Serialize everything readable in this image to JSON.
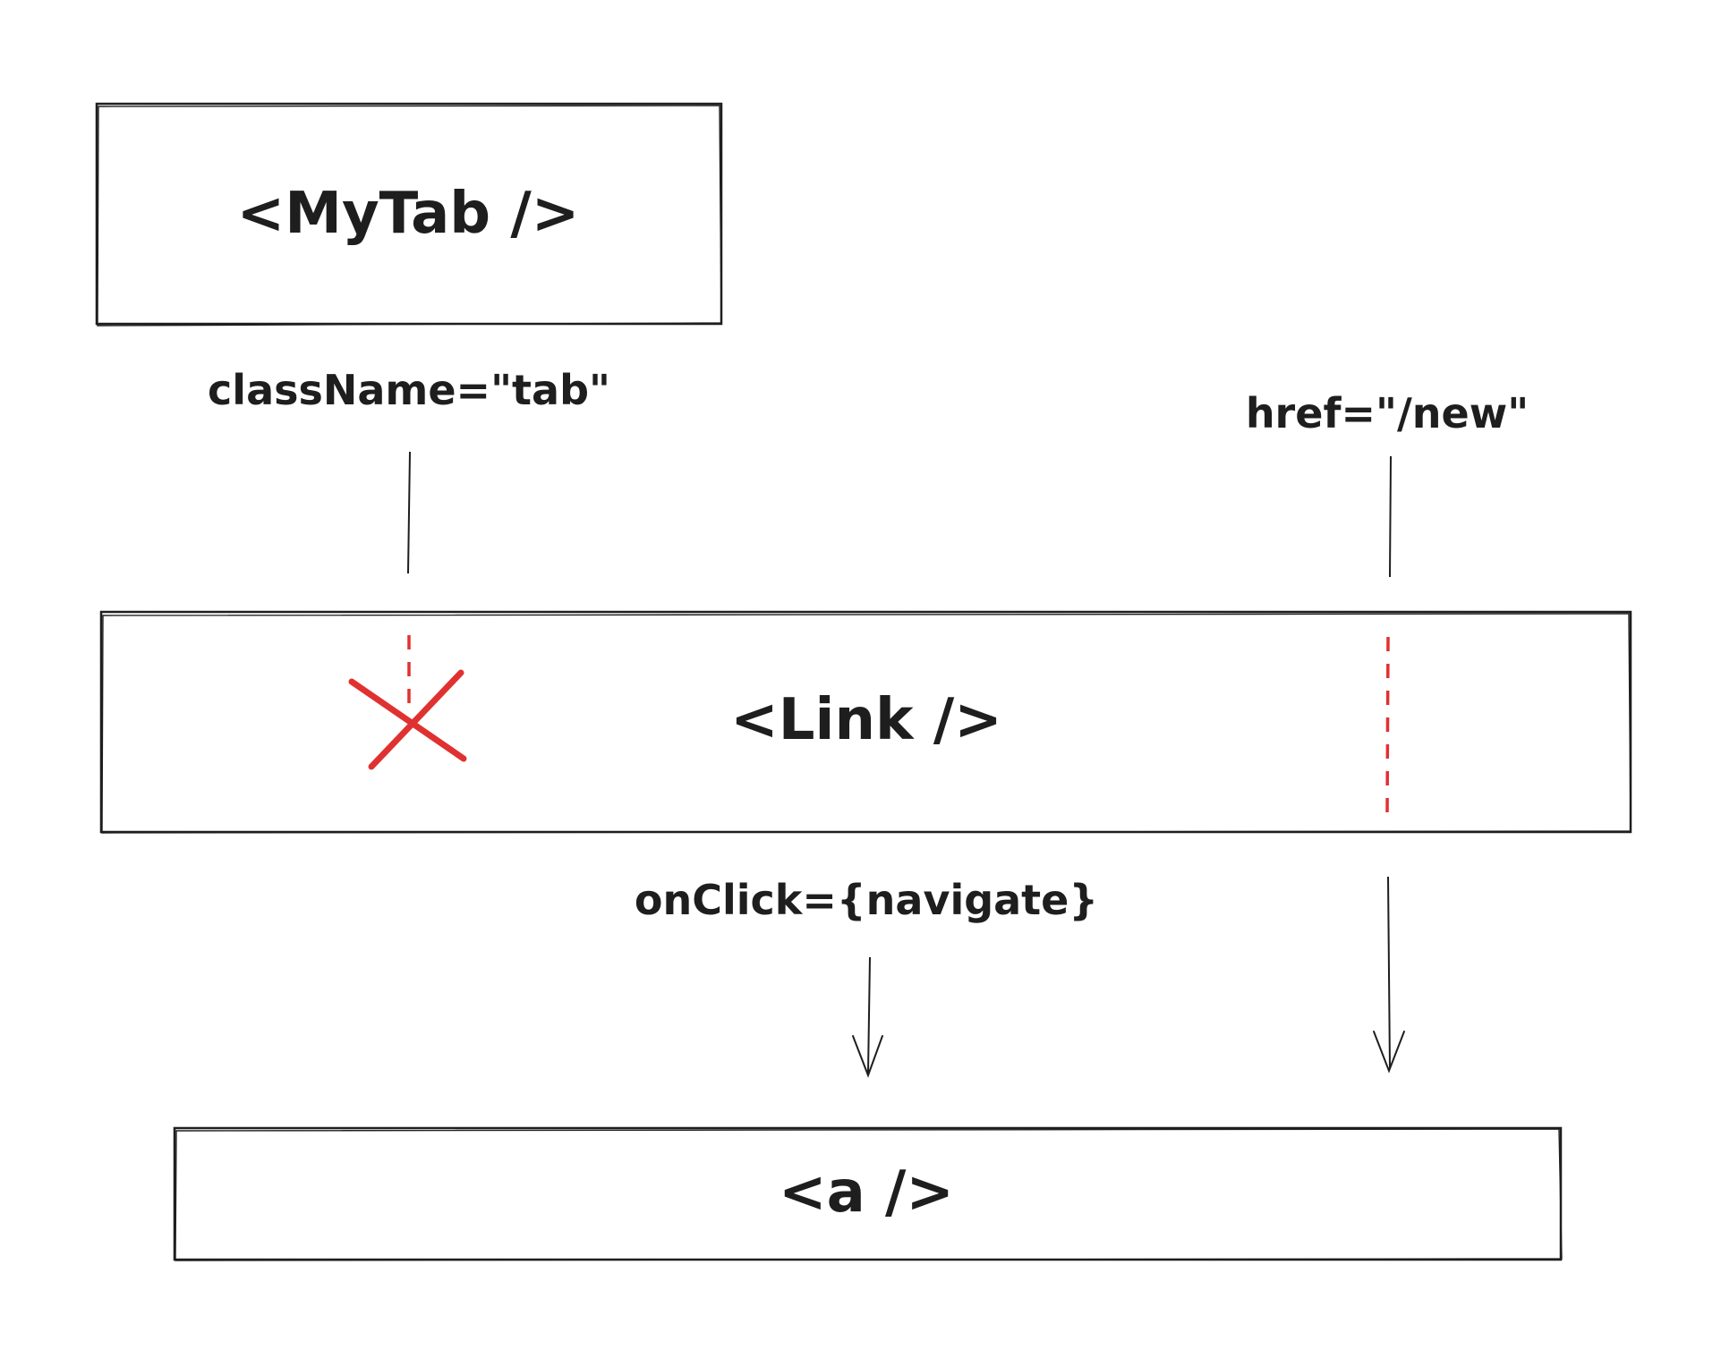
{
  "diagram": {
    "nodes": {
      "mytab": {
        "label": "<MyTab />"
      },
      "link": {
        "label": "<Link />"
      },
      "anchor": {
        "label": "<a />"
      }
    },
    "props": {
      "classname": {
        "label": "className=\"tab\"",
        "passed_through": false
      },
      "href": {
        "label": "href=\"/new\"",
        "passed_through": true
      },
      "onclick": {
        "label": "onClick={navigate}",
        "passed_through": true
      }
    }
  },
  "colors": {
    "stroke": "#1e1e1e",
    "blocked": "#e03131",
    "background": "#ffffff"
  }
}
